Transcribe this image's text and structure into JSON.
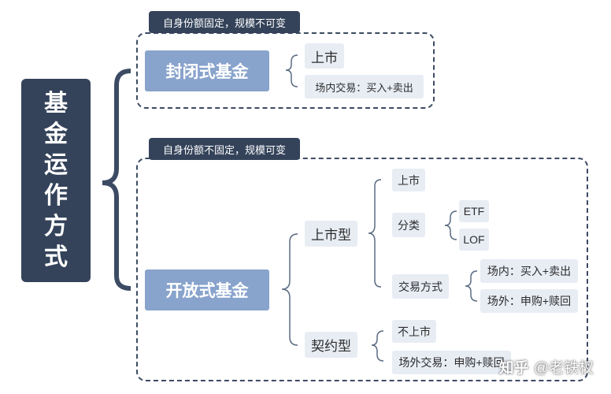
{
  "root": {
    "label": "基金运作方式"
  },
  "closed": {
    "tag": "自身份额固定，规模不可变",
    "label": "封闭式基金",
    "items": [
      "上市",
      "场内交易：买入+卖出"
    ]
  },
  "open": {
    "tag": "自身份额不固定，规模可变",
    "label": "开放式基金",
    "listed": {
      "label": "上市型",
      "children": {
        "listing": "上市",
        "category": {
          "label": "分类",
          "items": [
            "ETF",
            "LOF"
          ]
        },
        "trading": {
          "label": "交易方式",
          "items": [
            "场内：买入+卖出",
            "场外：申购+赎回"
          ]
        }
      }
    },
    "contract": {
      "label": "契约型",
      "items": [
        "不上市",
        "场外交易：申购+赎回"
      ]
    }
  },
  "watermark": {
    "brand": "知乎",
    "handle": "@老铁杈"
  },
  "colors": {
    "dark": "#34435a",
    "blue": "#88a3cc",
    "chip": "#e8edf4",
    "line": "#3c4b63"
  }
}
